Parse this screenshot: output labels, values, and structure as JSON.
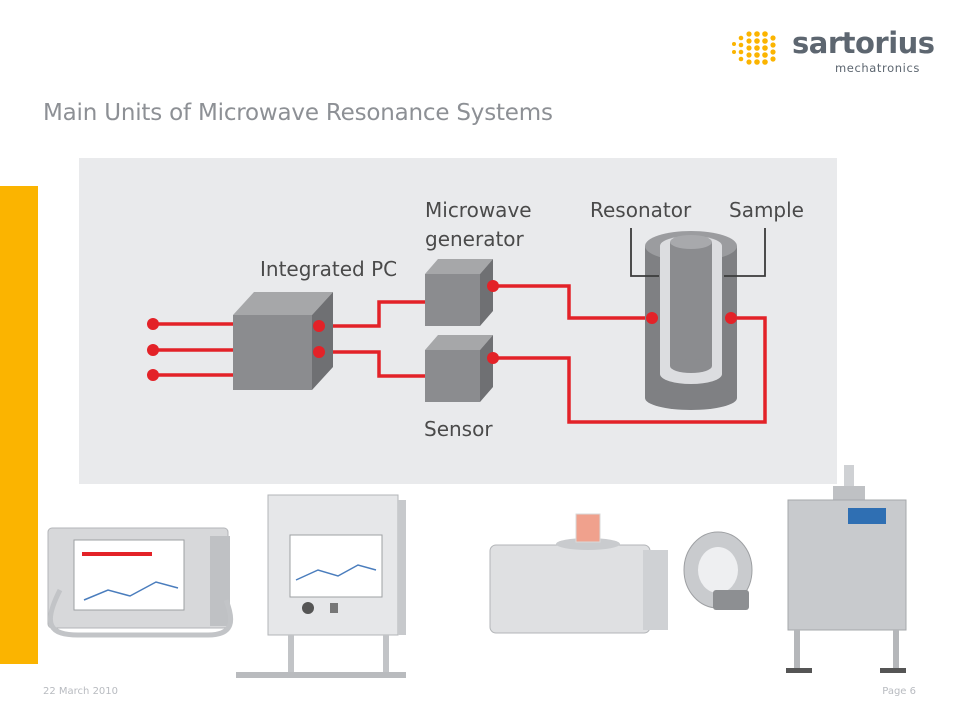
{
  "brand": {
    "name": "sartorius",
    "subline": "mechatronics",
    "accent_color": "#fbb400",
    "text_color": "#5d6670"
  },
  "slide": {
    "title": "Main Units of Microwave Resonance Systems"
  },
  "diagram": {
    "labels": {
      "integrated_pc": "Integrated PC",
      "microwave_line1": "Microwave",
      "microwave_line2": "generator",
      "resonator": "Resonator",
      "sample": "Sample",
      "sensor": "Sensor"
    },
    "line_color": "#e32228",
    "background_color": "#e9eaec"
  },
  "product_photos": [
    {
      "icon": "benchtop-analyzer-icon",
      "description_kind": "device-photo"
    },
    {
      "icon": "wall-mounted-enclosure-icon",
      "description_kind": "device-photo"
    },
    {
      "icon": "lab-analyzer-with-sample-icon",
      "description_kind": "device-photo"
    },
    {
      "icon": "ring-sensor-icon",
      "description_kind": "device-photo"
    },
    {
      "icon": "steel-cabinet-on-stand-icon",
      "description_kind": "device-photo"
    }
  ],
  "footer": {
    "date": "22 March 2010",
    "page": "Page  6"
  }
}
